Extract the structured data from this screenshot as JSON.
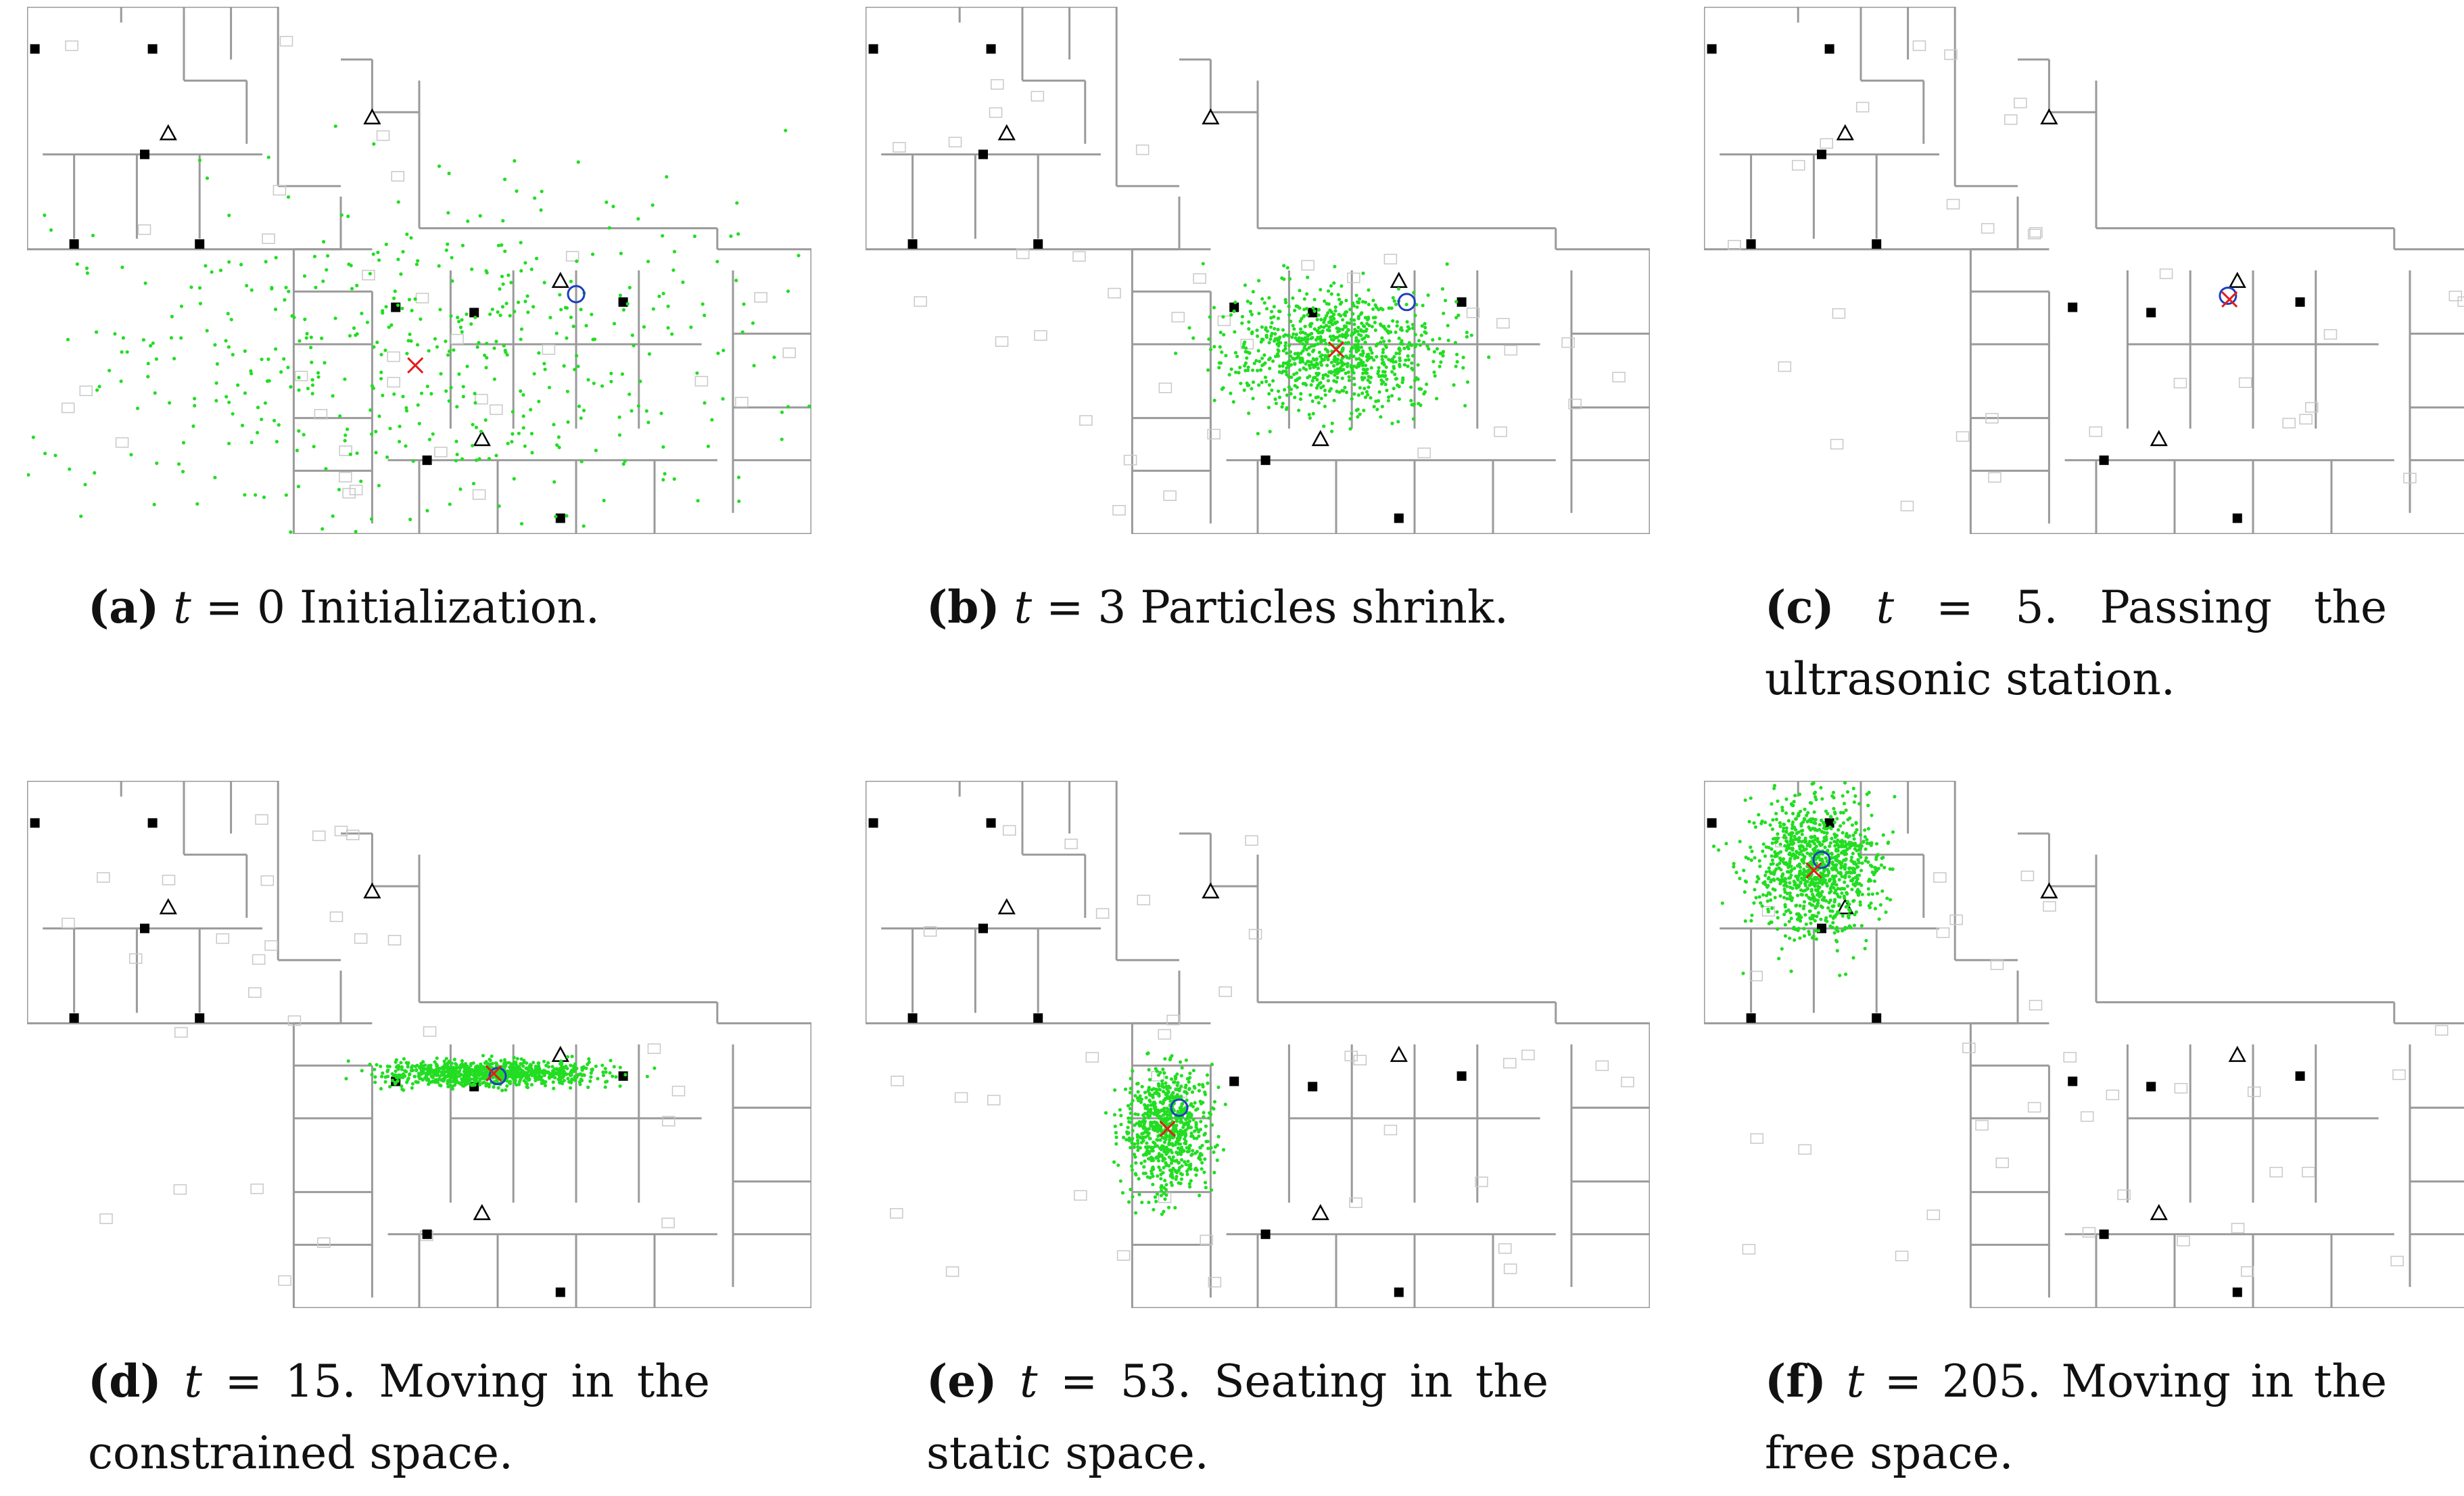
{
  "figure": {
    "panels": [
      {
        "label": "(a)",
        "var": "t",
        "eq": "=",
        "value": "0",
        "caption": "Initialization.",
        "estimate": [
          0.495,
          0.68
        ],
        "truth": [
          0.7,
          0.545
        ],
        "spread": [
          0.5,
          0.34
        ],
        "particles": 520
      },
      {
        "label": "(b)",
        "var": "t",
        "eq": "=",
        "value": "3",
        "caption": "Particles shrink.",
        "estimate": [
          0.6,
          0.65
        ],
        "truth": [
          0.69,
          0.56
        ],
        "spread": [
          0.14,
          0.11
        ],
        "particles": 900
      },
      {
        "label": "(c)",
        "var": "t",
        "eq": "=",
        "value": "5.",
        "caption": "Passing the ultrasonic station.",
        "estimate": [
          0.67,
          0.555
        ],
        "truth": [
          0.668,
          0.548
        ],
        "spread": [
          0,
          0
        ],
        "particles": 0
      },
      {
        "label": "(d)",
        "var": "t",
        "eq": "=",
        "value": "15.",
        "caption": "Moving in the constrained space.",
        "estimate": [
          0.595,
          0.555
        ],
        "truth": [
          0.6,
          0.56
        ],
        "spread": [
          0.14,
          0.024
        ],
        "particles": 900
      },
      {
        "label": "(e)",
        "var": "t",
        "eq": "=",
        "value": "53.",
        "caption": "Seating in the static space.",
        "estimate": [
          0.385,
          0.66
        ],
        "truth": [
          0.4,
          0.62
        ],
        "spread": [
          0.055,
          0.11
        ],
        "particles": 750
      },
      {
        "label": "(f)",
        "var": "t",
        "eq": "=",
        "value": "205.",
        "caption": "Moving in the free space.",
        "estimate": [
          0.14,
          0.17
        ],
        "truth": [
          0.15,
          0.15
        ],
        "spread": [
          0.08,
          0.13
        ],
        "particles": 1000
      }
    ]
  },
  "colors": {
    "particles": "#22dd22",
    "estimate": "#e21b1b",
    "truth": "#1f3fbf",
    "walls": "#9a9a9a"
  },
  "icons": {
    "station": "triangle-outline",
    "beacon": "black-square"
  }
}
